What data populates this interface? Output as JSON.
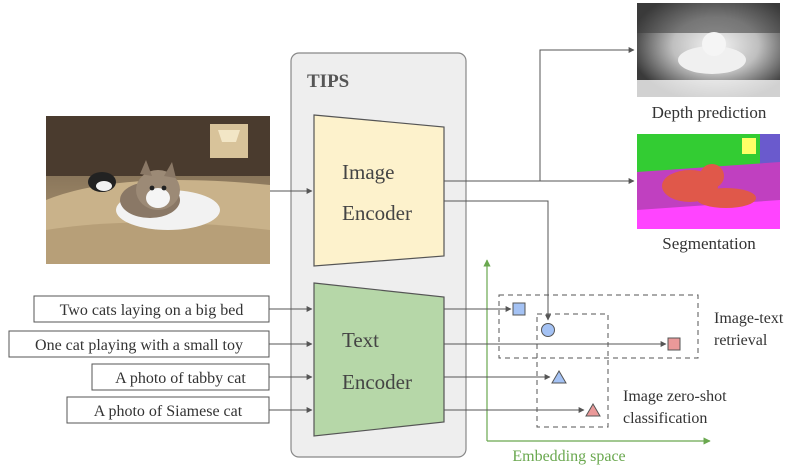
{
  "panel_title": "TIPS",
  "image_encoder": {
    "line1": "Image",
    "line2": "Encoder"
  },
  "text_encoder": {
    "line1": "Text",
    "line2": "Encoder"
  },
  "captions": [
    "Two cats laying on a big bed",
    "One cat playing with a small toy",
    "A photo of tabby cat",
    "A photo of Siamese cat"
  ],
  "outputs": {
    "depth_label": "Depth prediction",
    "segmentation_label": "Segmentation"
  },
  "embedding": {
    "axis_label": "Embedding space",
    "retrieval_label_line1": "Image-text",
    "retrieval_label_line2": "retrieval",
    "zeroshot_label_line1": "Image zero-shot",
    "zeroshot_label_line2": "classification"
  },
  "colors": {
    "image_encoder_fill": "#fdf2cc",
    "text_encoder_fill": "#b6d7a8",
    "panel_fill": "#eeeeee",
    "axis_green": "#6aa84f",
    "marker_blue": "#a4c2f4",
    "marker_red": "#ea9999"
  }
}
